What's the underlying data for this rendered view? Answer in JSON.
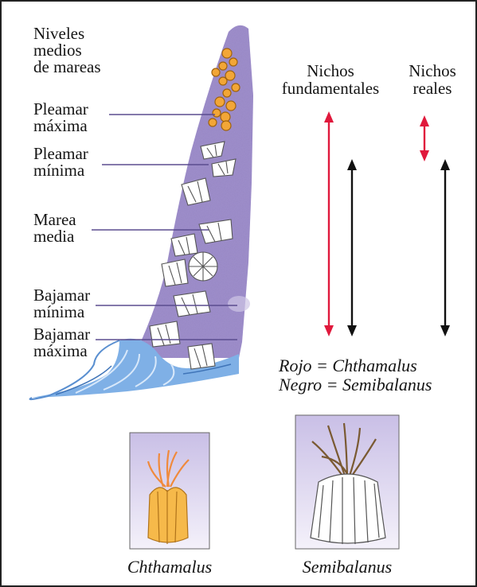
{
  "tide_heading": [
    "Niveles",
    "medios",
    "de mareas"
  ],
  "tide_levels": [
    {
      "id": "pleamar-maxima",
      "lines": [
        "Pleamar",
        "máxima"
      ]
    },
    {
      "id": "pleamar-minima",
      "lines": [
        "Pleamar",
        "mínima"
      ]
    },
    {
      "id": "marea-media",
      "lines": [
        "Marea",
        "media"
      ]
    },
    {
      "id": "bajamar-minima",
      "lines": [
        "Bajamar",
        "mínima"
      ]
    },
    {
      "id": "bajamar-maxima",
      "lines": [
        "Bajamar",
        "máxima"
      ]
    }
  ],
  "niche_headers": {
    "fundamental": [
      "Nichos",
      "fundamentales"
    ],
    "real": [
      "Nichos",
      "reales"
    ]
  },
  "legend": [
    "Rojo = Chthamalus",
    "Negro = Semibalanus"
  ],
  "species_captions": [
    "Chthamalus",
    "Semibalanus"
  ],
  "colors": {
    "rock": "#9a8ac6",
    "chthamalus_arrow": "#e0193c",
    "semibalanus_arrow": "#111111",
    "water": "#6ea6e0",
    "panel_bg": "#d8d0ec",
    "barnacle_orange": "#f2a637"
  }
}
